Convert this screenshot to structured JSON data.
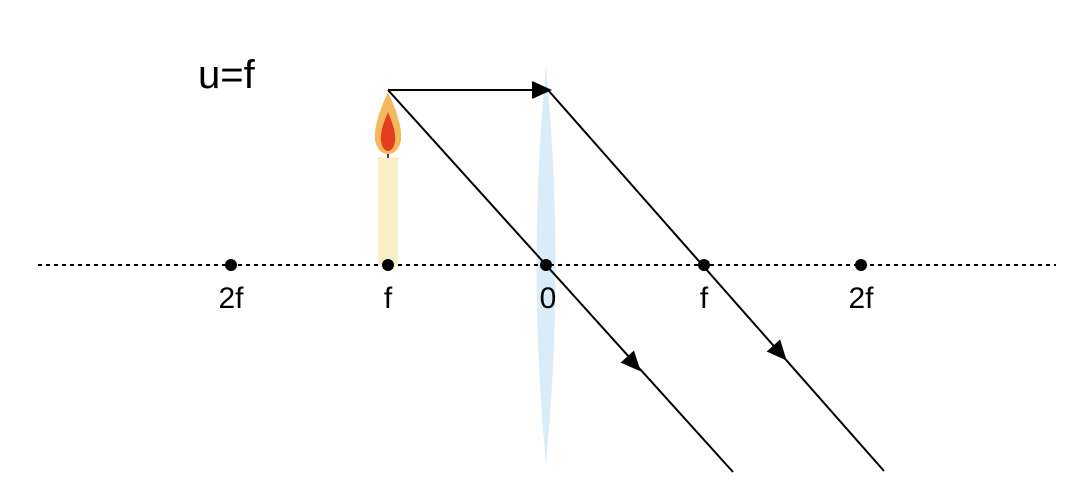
{
  "title": "u=f",
  "axis_labels": {
    "left_2f": "2f",
    "left_f": "f",
    "center": "0",
    "right_f": "f",
    "right_2f": "2f"
  },
  "colors": {
    "axis": "#000000",
    "lens_fill": "#d9ecf7",
    "candle_body": "#f8efc9",
    "flame_outer": "#f4b95c",
    "flame_inner": "#e53d1f",
    "ray": "#000000"
  }
}
